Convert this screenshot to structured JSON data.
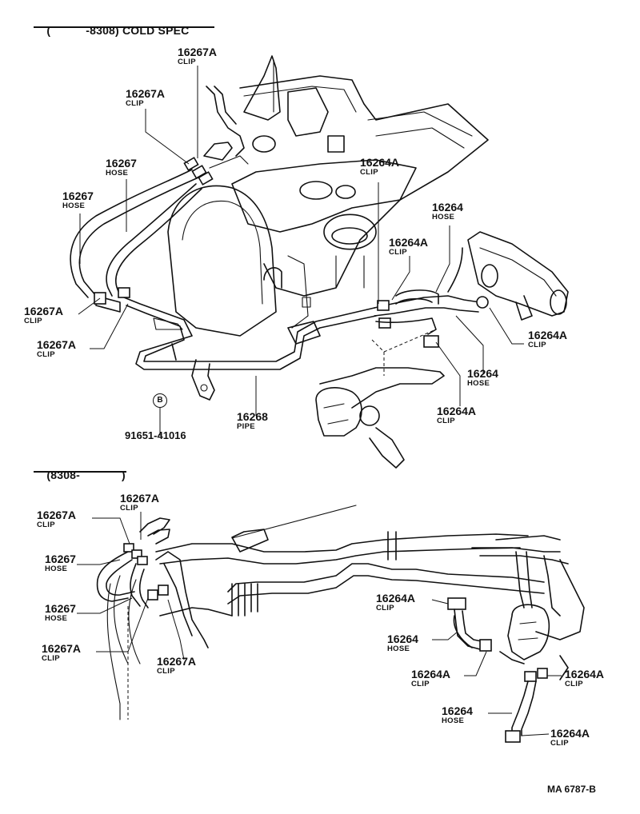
{
  "sections": {
    "top": {
      "open": "(",
      "label": "-8308) COLD SPEC"
    },
    "bottom": {
      "label": "(8308-",
      "close": ")"
    }
  },
  "top_labels": [
    {
      "id": "t1",
      "part": "16267A",
      "name": "CLIP"
    },
    {
      "id": "t2",
      "part": "16267A",
      "name": "CLIP"
    },
    {
      "id": "t3",
      "part": "16267",
      "name": "HOSE"
    },
    {
      "id": "t4",
      "part": "16267",
      "name": "HOSE"
    },
    {
      "id": "t5",
      "part": "16267A",
      "name": "CLIP"
    },
    {
      "id": "t6",
      "part": "16267A",
      "name": "CLIP"
    },
    {
      "id": "t7",
      "part": "16268",
      "name": "PIPE"
    },
    {
      "id": "t8",
      "part": "16264A",
      "name": "CLIP"
    },
    {
      "id": "t9",
      "part": "16264",
      "name": "HOSE"
    },
    {
      "id": "t10",
      "part": "16264A",
      "name": "CLIP"
    },
    {
      "id": "t11",
      "part": "16264A",
      "name": "CLIP"
    },
    {
      "id": "t12",
      "part": "16264",
      "name": "HOSE"
    },
    {
      "id": "t13",
      "part": "16264A",
      "name": "CLIP"
    }
  ],
  "bolt": {
    "symbol": "B",
    "part": "91651-41016"
  },
  "bottom_labels": [
    {
      "id": "b1",
      "part": "16267A",
      "name": "CLIP"
    },
    {
      "id": "b2",
      "part": "16267A",
      "name": "CLIP"
    },
    {
      "id": "b3",
      "part": "16267",
      "name": "HOSE"
    },
    {
      "id": "b4",
      "part": "16267",
      "name": "HOSE"
    },
    {
      "id": "b5",
      "part": "16267A",
      "name": "CLIP"
    },
    {
      "id": "b6",
      "part": "16267A",
      "name": "CLIP"
    },
    {
      "id": "b7",
      "part": "16264A",
      "name": "CLIP"
    },
    {
      "id": "b8",
      "part": "16264",
      "name": "HOSE"
    },
    {
      "id": "b9",
      "part": "16264A",
      "name": "CLIP"
    },
    {
      "id": "b10",
      "part": "16264A",
      "name": "CLIP"
    },
    {
      "id": "b11",
      "part": "16264",
      "name": "HOSE"
    },
    {
      "id": "b12",
      "part": "16264A",
      "name": "CLIP"
    }
  ],
  "reference": "MA 6787-B"
}
